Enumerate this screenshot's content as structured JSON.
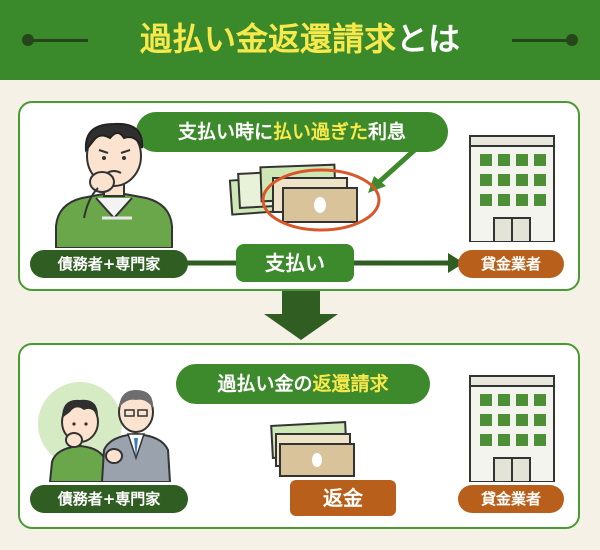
{
  "header": {
    "title_part1": "過払い金返還請求",
    "title_part2": "とは"
  },
  "top_panel": {
    "callout_prefix": "支払い時に",
    "callout_highlight": "払い過ぎた",
    "callout_suffix": "利息",
    "debtor_label": "債務者+専門家",
    "action_label": "支払い",
    "lender_label": "貸金業者"
  },
  "bottom_panel": {
    "callout_prefix": "過払い金の",
    "callout_highlight": "返還請求",
    "debtor_label": "債務者+専門家",
    "action_label": "返金",
    "lender_label": "貸金業者"
  },
  "colors": {
    "header_green": "#3a8a2c",
    "dark_green": "#2f5d22",
    "accent_yellow": "#f7e84b",
    "brown": "#b8601b",
    "highlight_circle": "#d9572a",
    "background": "#f5f1e6"
  }
}
